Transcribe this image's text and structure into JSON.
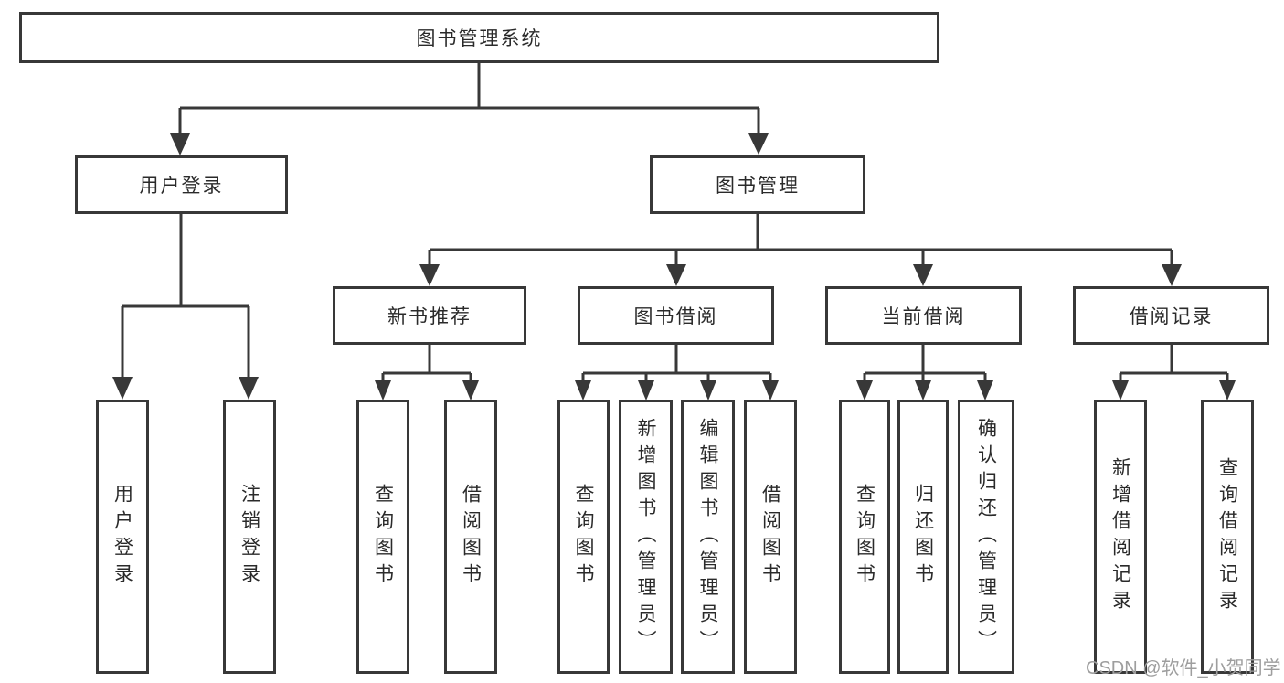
{
  "tree": {
    "root": {
      "label": "图书管理系统"
    },
    "branches": [
      {
        "label": "用户登录",
        "children": [
          {
            "label": "用户登录"
          },
          {
            "label": "注销登录"
          }
        ]
      },
      {
        "label": "图书管理",
        "children": [
          {
            "label": "新书推荐",
            "children": [
              {
                "label": "查询图书"
              },
              {
                "label": "借阅图书"
              }
            ]
          },
          {
            "label": "图书借阅",
            "children": [
              {
                "label": "查询图书"
              },
              {
                "label": "新增图书（管理员）"
              },
              {
                "label": "编辑图书（管理员）"
              },
              {
                "label": "借阅图书"
              }
            ]
          },
          {
            "label": "当前借阅",
            "children": [
              {
                "label": "查询图书"
              },
              {
                "label": "归还图书"
              },
              {
                "label": "确认归还（管理员）"
              }
            ]
          },
          {
            "label": "借阅记录",
            "children": [
              {
                "label": "新增借阅记录"
              },
              {
                "label": "查询借阅记录"
              }
            ]
          }
        ]
      }
    ]
  },
  "watermark": {
    "text": "CSDN @软件_小贺同学"
  },
  "colors": {
    "line": "#383838",
    "box_border": "#383838",
    "text": "#2a2a2a",
    "watermark": "#9e9e9e",
    "background": "#ffffff"
  }
}
